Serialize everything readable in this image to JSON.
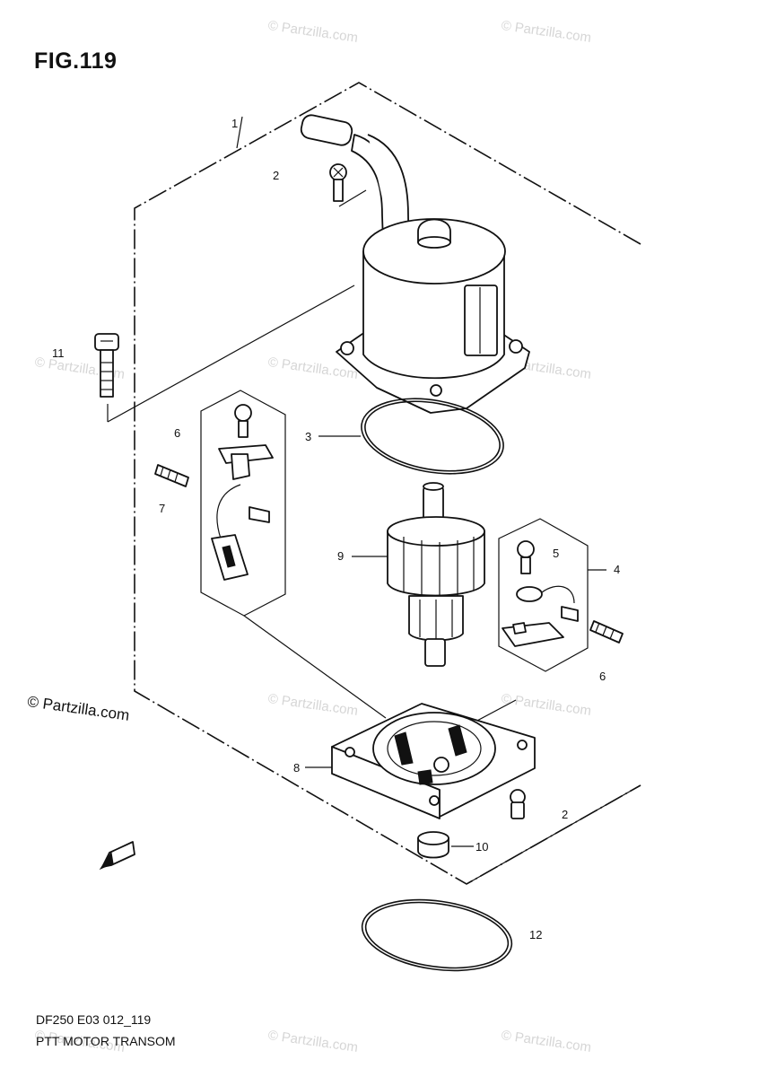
{
  "figure_title": "FIG.119",
  "footer": {
    "code": "DF250 E03 012_119",
    "name": "PTT MOTOR TRANSOM"
  },
  "copyright": "© Partzilla.com",
  "watermark_text": "© Partzilla.com",
  "callouts": {
    "c1": "1",
    "c2_top": "2",
    "c2_bottom": "2",
    "c3": "3",
    "c4": "4",
    "c5": "5",
    "c6_left": "6",
    "c6_right": "6",
    "c7": "7",
    "c8": "8",
    "c9": "9",
    "c10": "10",
    "c11": "11",
    "c12": "12"
  },
  "icons": {
    "fwd_arrow": "forward-direction-arrow-icon"
  }
}
